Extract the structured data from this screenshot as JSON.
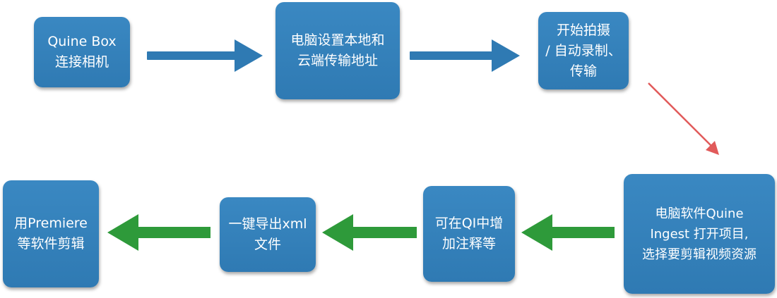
{
  "steps": [
    {
      "lines": [
        "Quine Box",
        "连接相机"
      ]
    },
    {
      "lines": [
        "电脑设置本地和",
        "云端传输地址"
      ]
    },
    {
      "lines": [
        "开始拍摄",
        "/ 自动录制、",
        "传输"
      ]
    },
    {
      "lines": [
        "电脑软件Quine",
        "Ingest 打开项目,",
        "选择要剪辑视频资源"
      ]
    },
    {
      "lines": [
        "可在QI中增",
        "加注释等"
      ]
    },
    {
      "lines": [
        "一键导出xml",
        "文件"
      ]
    },
    {
      "lines": [
        "用Premiere",
        "等软件剪辑"
      ]
    }
  ],
  "colors": {
    "box": "#3483bd",
    "arrow_blue": "#2f7ab3",
    "arrow_red": "#e15a5a",
    "arrow_green": "#2e9a3a",
    "text": "#ffffff"
  }
}
